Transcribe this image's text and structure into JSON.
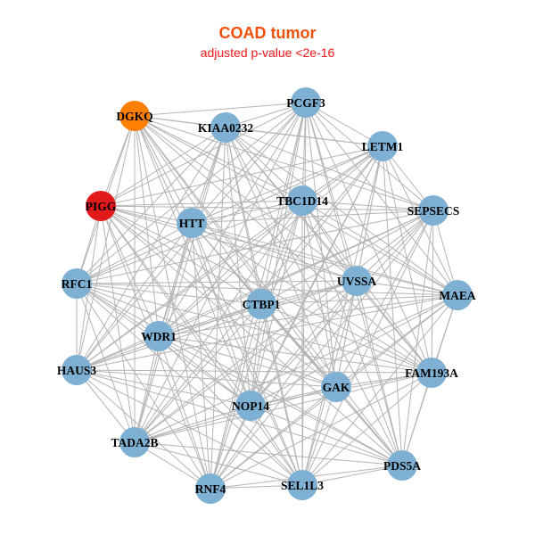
{
  "header": {
    "title": "COAD tumor",
    "subtitle": "adjusted p-value <2e-16"
  },
  "colors": {
    "title": "#f0500a",
    "subtitle": "#f01818",
    "node_default": "#7eb0d3",
    "node_highlight_orange": "#ff7f00",
    "node_highlight_red": "#e31a1c",
    "edge": "#b4b4b4"
  },
  "network": {
    "nodes": [
      {
        "id": "DGKQ",
        "label": "DGKQ",
        "color": "#ff7f00"
      },
      {
        "id": "KIAA0232",
        "label": "KIAA0232",
        "color": "#7eb0d3"
      },
      {
        "id": "PCGF3",
        "label": "PCGF3",
        "color": "#7eb0d3"
      },
      {
        "id": "LETM1",
        "label": "LETM1",
        "color": "#7eb0d3"
      },
      {
        "id": "PIGG",
        "label": "PIGG",
        "color": "#e31a1c"
      },
      {
        "id": "HTT",
        "label": "HTT",
        "color": "#7eb0d3"
      },
      {
        "id": "TBC1D14",
        "label": "TBC1D14",
        "color": "#7eb0d3"
      },
      {
        "id": "SEPSECS",
        "label": "SEPSECS",
        "color": "#7eb0d3"
      },
      {
        "id": "RFC1",
        "label": "RFC1",
        "color": "#7eb0d3"
      },
      {
        "id": "UVSSA",
        "label": "UVSSA",
        "color": "#7eb0d3"
      },
      {
        "id": "MAEA",
        "label": "MAEA",
        "color": "#7eb0d3"
      },
      {
        "id": "CTBP1",
        "label": "CTBP1",
        "color": "#7eb0d3"
      },
      {
        "id": "WDR1",
        "label": "WDR1",
        "color": "#7eb0d3"
      },
      {
        "id": "HAUS3",
        "label": "HAUS3",
        "color": "#7eb0d3"
      },
      {
        "id": "FAM193A",
        "label": "FAM193A",
        "color": "#7eb0d3"
      },
      {
        "id": "GAK",
        "label": "GAK",
        "color": "#7eb0d3"
      },
      {
        "id": "NOP14",
        "label": "NOP14",
        "color": "#7eb0d3"
      },
      {
        "id": "TADA2B",
        "label": "TADA2B",
        "color": "#7eb0d3"
      },
      {
        "id": "PDS5A",
        "label": "PDS5A",
        "color": "#7eb0d3"
      },
      {
        "id": "RNF4",
        "label": "RNF4",
        "color": "#7eb0d3"
      },
      {
        "id": "SEL1L3",
        "label": "SEL1L3",
        "color": "#7eb0d3"
      }
    ]
  }
}
